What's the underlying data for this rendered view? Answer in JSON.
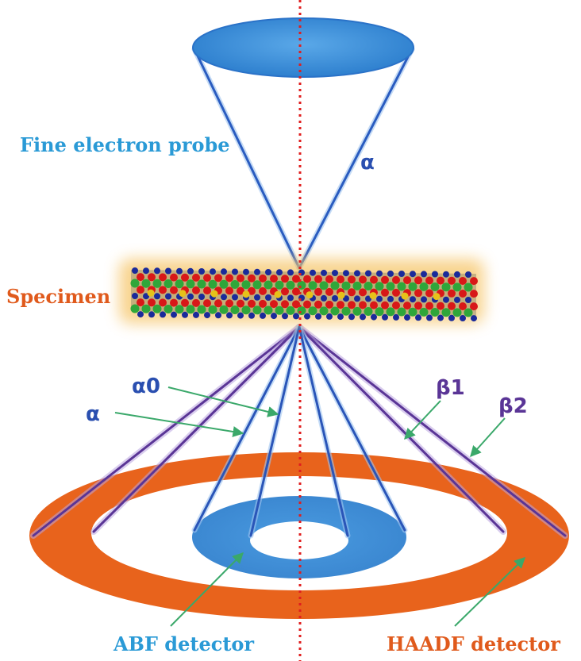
{
  "labels": {
    "fine_probe": "Fine electron probe",
    "probe_alpha": "α",
    "specimen": "Specimen",
    "alpha0": "α0",
    "alpha": "α",
    "beta1": "β1",
    "beta2": "β2",
    "abf": "ABF detector",
    "haadf": "HAADF detector"
  },
  "colors": {
    "probe_blue": "#1f6fd0",
    "probe_fill": "#3a8fd8",
    "cone_blue": "#2a55b8",
    "purple": "#5a3596",
    "haadf_orange": "#e8631c",
    "specimen_label": "#e05a1c",
    "abf_label": "#2a9ad6",
    "axis_red": "#e01e1e",
    "arrow_green": "#3aa86a",
    "atom_red": "#d81818",
    "atom_green": "#2fa63a",
    "atom_blue": "#1a2a9a",
    "atom_yellow": "#e6c21a"
  }
}
